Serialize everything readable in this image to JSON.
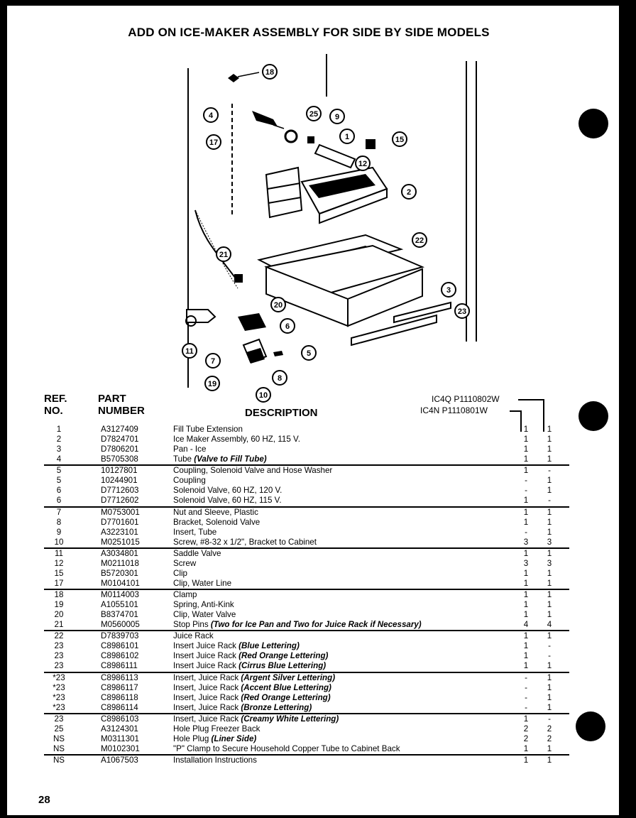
{
  "title": "ADD ON ICE-MAKER ASSEMBLY FOR SIDE BY SIDE MODELS",
  "headers": {
    "ref": "REF.",
    "no": "NO.",
    "part": "PART",
    "number": "NUMBER",
    "description": "DESCRIPTION"
  },
  "models": {
    "m1": "IC4Q  P1110802W",
    "m2": "IC4N  P1110801W"
  },
  "callouts": [
    "18",
    "4",
    "25",
    "9",
    "1",
    "15",
    "17",
    "12",
    "2",
    "22",
    "21",
    "3",
    "20",
    "23",
    "6",
    "11",
    "7",
    "5",
    "19",
    "8",
    "10"
  ],
  "parts": [
    {
      "ref": "1",
      "pn": "A3127409",
      "desc": "Fill Tube Extension",
      "note": "",
      "q1": "1",
      "q2": "1",
      "rule": false
    },
    {
      "ref": "2",
      "pn": "D7824701",
      "desc": "Ice Maker Assembly, 60 HZ, 115 V.",
      "note": "",
      "q1": "1",
      "q2": "1",
      "rule": false
    },
    {
      "ref": "3",
      "pn": "D7806201",
      "desc": "Pan  -  Ice",
      "note": "",
      "q1": "1",
      "q2": "1",
      "rule": false
    },
    {
      "ref": "4",
      "pn": "B5705308",
      "desc": "Tube ",
      "note": "(Valve to Fill Tube)",
      "q1": "1",
      "q2": "1",
      "rule": false
    },
    {
      "ref": "5",
      "pn": "10127801",
      "desc": "Coupling, Solenoid Valve and Hose Washer",
      "note": "",
      "q1": "1",
      "q2": "-",
      "rule": true
    },
    {
      "ref": "5",
      "pn": "10244901",
      "desc": "Coupling",
      "note": "",
      "q1": "-",
      "q2": "1",
      "rule": false
    },
    {
      "ref": "6",
      "pn": "D7712603",
      "desc": "Solenoid Valve, 60 HZ, 120 V.",
      "note": "",
      "q1": "-",
      "q2": "1",
      "rule": false
    },
    {
      "ref": "6",
      "pn": "D7712602",
      "desc": "Solenoid Valve, 60 HZ, 115 V.",
      "note": "",
      "q1": "1",
      "q2": "-",
      "rule": false
    },
    {
      "ref": "7",
      "pn": "M0753001",
      "desc": "Nut and Sleeve, Plastic",
      "note": "",
      "q1": "1",
      "q2": "1",
      "rule": true
    },
    {
      "ref": "8",
      "pn": "D7701601",
      "desc": "Bracket, Solenoid Valve",
      "note": "",
      "q1": "1",
      "q2": "1",
      "rule": false
    },
    {
      "ref": "9",
      "pn": "A3223101",
      "desc": "Insert, Tube",
      "note": "",
      "q1": "-",
      "q2": "1",
      "rule": false
    },
    {
      "ref": "10",
      "pn": "M0251015",
      "desc": "Screw, #8-32 x 1/2\", Bracket to Cabinet",
      "note": "",
      "q1": "3",
      "q2": "3",
      "rule": false
    },
    {
      "ref": "11",
      "pn": "A3034801",
      "desc": "Saddle Valve",
      "note": "",
      "q1": "1",
      "q2": "1",
      "rule": true
    },
    {
      "ref": "12",
      "pn": "M0211018",
      "desc": "Screw",
      "note": "",
      "q1": "3",
      "q2": "3",
      "rule": false
    },
    {
      "ref": "15",
      "pn": "B5720301",
      "desc": "Clip",
      "note": "",
      "q1": "1",
      "q2": "1",
      "rule": false
    },
    {
      "ref": "17",
      "pn": "M0104101",
      "desc": "Clip, Water Line",
      "note": "",
      "q1": "1",
      "q2": "1",
      "rule": false
    },
    {
      "ref": "18",
      "pn": "M0114003",
      "desc": "Clamp",
      "note": "",
      "q1": "1",
      "q2": "1",
      "rule": true
    },
    {
      "ref": "19",
      "pn": "A1055101",
      "desc": "Spring, Anti-Kink",
      "note": "",
      "q1": "1",
      "q2": "1",
      "rule": false
    },
    {
      "ref": "20",
      "pn": "B8374701",
      "desc": "Clip, Water Valve",
      "note": "",
      "q1": "1",
      "q2": "1",
      "rule": false
    },
    {
      "ref": "21",
      "pn": "M0560005",
      "desc": "Stop Pins ",
      "note": "(Two for Ice Pan and Two for Juice Rack if Necessary)",
      "q1": "4",
      "q2": "4",
      "rule": false
    },
    {
      "ref": "22",
      "pn": "D7839703",
      "desc": "Juice Rack",
      "note": "",
      "q1": "1",
      "q2": "1",
      "rule": true
    },
    {
      "ref": "23",
      "pn": "C8986101",
      "desc": "Insert Juice Rack ",
      "note": "(Blue Lettering)",
      "q1": "1",
      "q2": "-",
      "rule": false
    },
    {
      "ref": "23",
      "pn": "C8986102",
      "desc": "Insert Juice Rack ",
      "note": "(Red Orange Lettering)",
      "q1": "1",
      "q2": "-",
      "rule": false
    },
    {
      "ref": "23",
      "pn": "C8986111",
      "desc": "Insert Juice Rack ",
      "note": "(Cirrus Blue Lettering)",
      "q1": "1",
      "q2": "1",
      "rule": false
    },
    {
      "ref": "*23",
      "pn": "C8986113",
      "desc": "Insert, Juice Rack ",
      "note": "(Argent Silver Lettering)",
      "q1": "-",
      "q2": "1",
      "rule": true
    },
    {
      "ref": "*23",
      "pn": "C8986117",
      "desc": "Insert, Juice Rack  ",
      "note": "(Accent Blue Lettering)",
      "q1": "-",
      "q2": "1",
      "rule": false
    },
    {
      "ref": "*23",
      "pn": "C8986118",
      "desc": "Insert, Juice Rack ",
      "note": "(Red Orange Lettering)",
      "q1": "-",
      "q2": "1",
      "rule": false
    },
    {
      "ref": "*23",
      "pn": "C8986114",
      "desc": "Insert, Juice Rack ",
      "note": "(Bronze Lettering)",
      "q1": "-",
      "q2": "1",
      "rule": false
    },
    {
      "ref": "23",
      "pn": "C8986103",
      "desc": "Insert, Juice Rack ",
      "note": "(Creamy White Lettering)",
      "q1": "1",
      "q2": "-",
      "rule": true
    },
    {
      "ref": "25",
      "pn": "A3124301",
      "desc": "Hole Plug Freezer Back",
      "note": "",
      "q1": "2",
      "q2": "2",
      "rule": false
    },
    {
      "ref": "NS",
      "pn": "M0311301",
      "desc": "Hole Plug ",
      "note": "(Liner Side)",
      "q1": "2",
      "q2": "2",
      "rule": false
    },
    {
      "ref": "NS",
      "pn": "M0102301",
      "desc": "\"P\" Clamp to Secure Household Copper Tube to Cabinet Back",
      "note": "",
      "q1": "1",
      "q2": "1",
      "rule": false
    },
    {
      "ref": "NS",
      "pn": "A1067503",
      "desc": "Installation Instructions",
      "note": "",
      "q1": "1",
      "q2": "1",
      "rule": true
    }
  ],
  "page_number": "28"
}
